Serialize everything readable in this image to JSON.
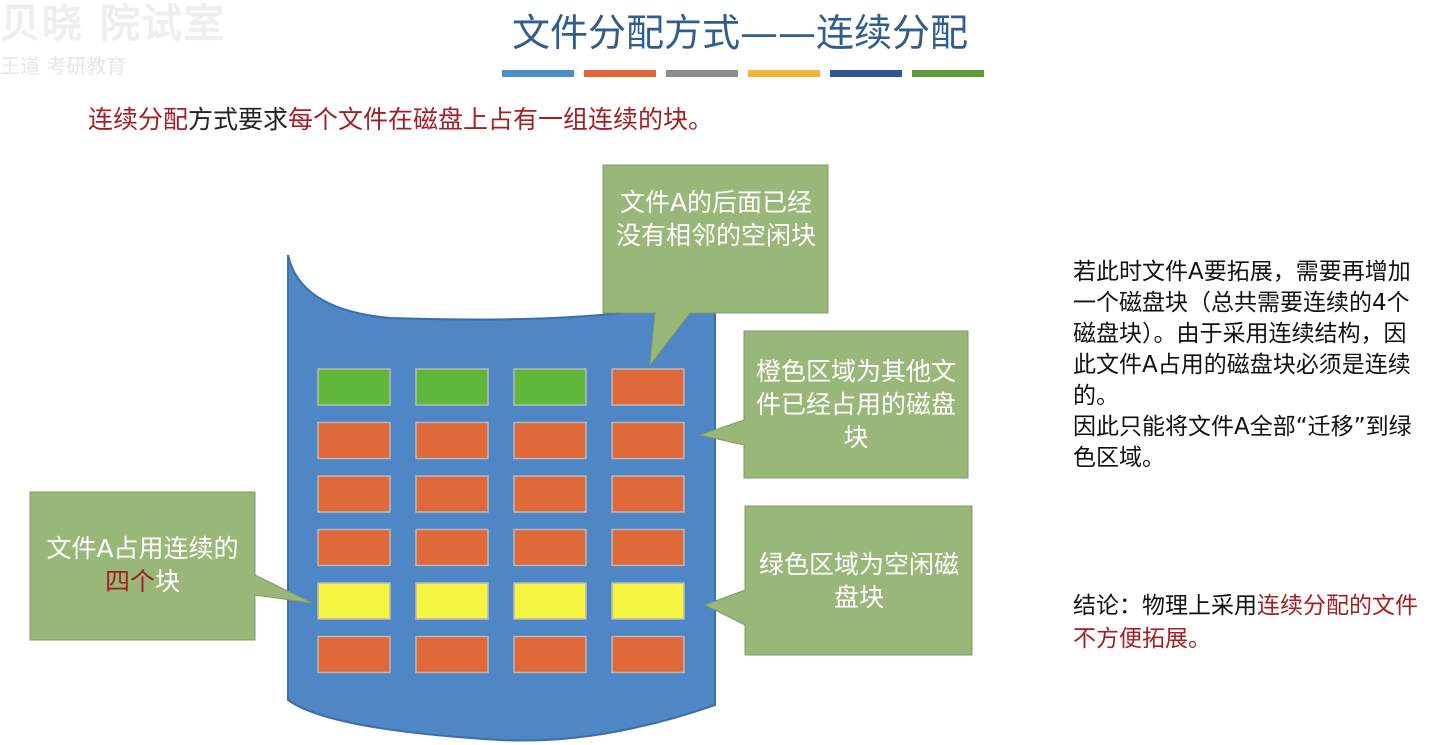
{
  "watermark": {
    "line1": "贝晓 院试室",
    "line2": "王道 考研教育"
  },
  "title": "文件分配方式——连续分配",
  "title_bar_colors": [
    "#4a90c8",
    "#e0663a",
    "#8c8c8c",
    "#f2b536",
    "#2f5597",
    "#5f9a3b"
  ],
  "intro": {
    "part1": "连续分配",
    "part2": "方式要求",
    "part3": "每个文件在磁盘上占有一组连续的块。"
  },
  "disk": {
    "body_color": "#4f86c6",
    "rows": [
      [
        "free",
        "free",
        "free",
        "used"
      ],
      [
        "used",
        "used",
        "used",
        "used"
      ],
      [
        "used",
        "used",
        "used",
        "used"
      ],
      [
        "used",
        "used",
        "used",
        "used"
      ],
      [
        "fileA",
        "fileA",
        "fileA",
        "fileA"
      ],
      [
        "used",
        "used",
        "used",
        "used"
      ]
    ],
    "colors": {
      "free": "#5fb83a",
      "used": "#e0693a",
      "fileA": "#f5f542"
    }
  },
  "callouts": {
    "top": "文件A的后面已经没有相邻的空闲块",
    "orange": "橙色区域为其他文件已经占用的磁盘块",
    "green": "绿色区域为空闲磁盘块",
    "left_part1": "文件A占用连续的",
    "left_highlight": "四个",
    "left_part2": "块",
    "fill": "#9ab77a"
  },
  "side": {
    "paragraph1": "若此时文件A要拓展，需要再增加一个磁盘块（总共需要连续的4个磁盘块）。由于采用连续结构，因此文件A占用的磁盘块必须是连续的。",
    "paragraph2": "因此只能将文件A全部“迁移”到绿色区域。",
    "conclusion_label": "结论：物理上采用",
    "conclusion_highlight": "连续分配的文件不方便拓展。"
  }
}
